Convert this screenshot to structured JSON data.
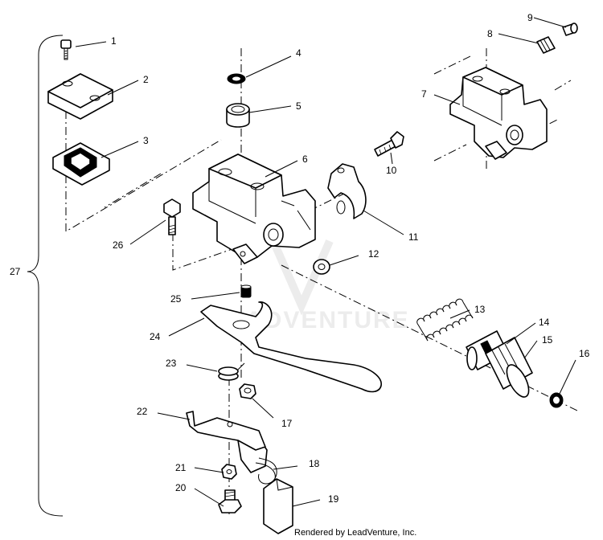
{
  "callouts": {
    "c1": "1",
    "c2": "2",
    "c3": "3",
    "c4": "4",
    "c5": "5",
    "c6": "6",
    "c7": "7",
    "c8": "8",
    "c9": "9",
    "c10": "10",
    "c11": "11",
    "c12": "12",
    "c13": "13",
    "c14": "14",
    "c15": "15",
    "c16": "16",
    "c17": "17",
    "c18": "18",
    "c19": "19",
    "c20": "20",
    "c21": "21",
    "c22": "22",
    "c23": "23",
    "c24": "24",
    "c25": "25",
    "c26": "26",
    "c27": "27"
  },
  "watermark": "ADVENTURE",
  "credit": "Rendered by LeadVenture, Inc."
}
